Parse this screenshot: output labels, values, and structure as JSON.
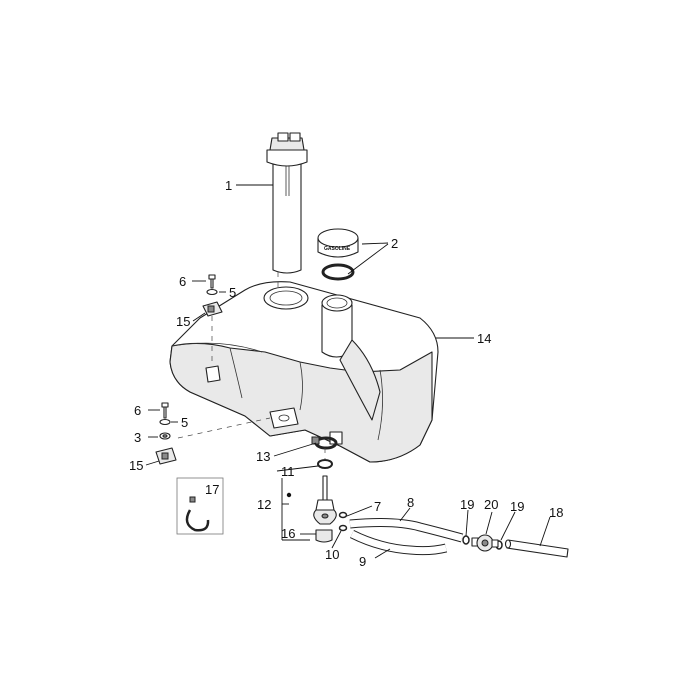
{
  "diagram": {
    "gas_cap_text": "GASOLINE",
    "callouts": [
      {
        "id": "c1",
        "label": "1"
      },
      {
        "id": "c2",
        "label": "2"
      },
      {
        "id": "c3",
        "label": "3"
      },
      {
        "id": "c5a",
        "label": "5"
      },
      {
        "id": "c5b",
        "label": "5"
      },
      {
        "id": "c6a",
        "label": "6"
      },
      {
        "id": "c6b",
        "label": "6"
      },
      {
        "id": "c7",
        "label": "7"
      },
      {
        "id": "c8",
        "label": "8"
      },
      {
        "id": "c9",
        "label": "9"
      },
      {
        "id": "c10",
        "label": "10"
      },
      {
        "id": "c11",
        "label": "11"
      },
      {
        "id": "c12",
        "label": "12"
      },
      {
        "id": "c13",
        "label": "13"
      },
      {
        "id": "c14",
        "label": "14"
      },
      {
        "id": "c15a",
        "label": "15"
      },
      {
        "id": "c15b",
        "label": "15"
      },
      {
        "id": "c16",
        "label": "16"
      },
      {
        "id": "c17",
        "label": "17"
      },
      {
        "id": "c18",
        "label": "18"
      },
      {
        "id": "c19a",
        "label": "19"
      },
      {
        "id": "c19b",
        "label": "19"
      },
      {
        "id": "c20",
        "label": "20"
      }
    ]
  }
}
